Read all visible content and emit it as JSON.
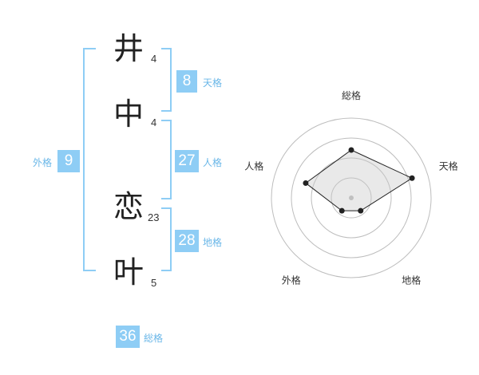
{
  "name_chars": [
    {
      "char": "井",
      "strokes": "4"
    },
    {
      "char": "中",
      "strokes": "4"
    },
    {
      "char": "恋",
      "strokes": "23"
    },
    {
      "char": "叶",
      "strokes": "5"
    }
  ],
  "kakusu": {
    "tenkaku": {
      "value": "8",
      "label": "天格"
    },
    "jinkaku": {
      "value": "27",
      "label": "人格"
    },
    "chikaku": {
      "value": "28",
      "label": "地格"
    },
    "gaikaku": {
      "value": "9",
      "label": "外格"
    },
    "soukaku": {
      "value": "36",
      "label": "総格"
    }
  },
  "chart_data": {
    "type": "radar",
    "axes": [
      "総格",
      "天格",
      "地格",
      "外格",
      "人格"
    ],
    "values": [
      3,
      4,
      1,
      1,
      3
    ],
    "max": 5,
    "rings": 4
  },
  "colors": {
    "accent": "#8ecdf5",
    "accent_text": "#6ab7e8"
  }
}
